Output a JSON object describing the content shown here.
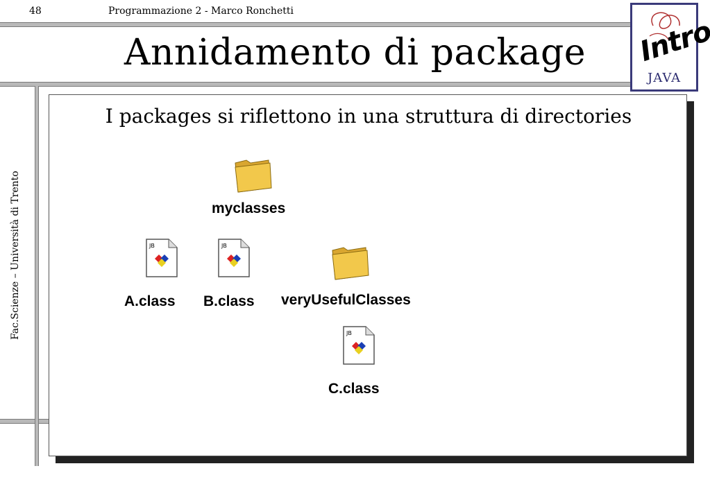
{
  "header": {
    "page_number": "48",
    "course": "Programmazione 2  -  Marco Ronchetti"
  },
  "title": "Annidamento di package",
  "side_text": "Fac.Scienze – Università di Trento",
  "logo": {
    "intro": "Intro",
    "java": "JAVA"
  },
  "slide": {
    "subtitle": "I packages si riflettono in una struttura di directories",
    "items": [
      {
        "name": "myclasses",
        "icon": "folder-icon"
      },
      {
        "name": "A.class",
        "icon": "class-file-icon"
      },
      {
        "name": "B.class",
        "icon": "class-file-icon"
      },
      {
        "name": "veryUsefulClasses",
        "icon": "folder-icon"
      },
      {
        "name": "C.class",
        "icon": "class-file-icon"
      }
    ]
  },
  "colors": {
    "folder": "#f2c84b",
    "rule": "#b9b9b9",
    "logo_border": "#3a3a7a"
  }
}
